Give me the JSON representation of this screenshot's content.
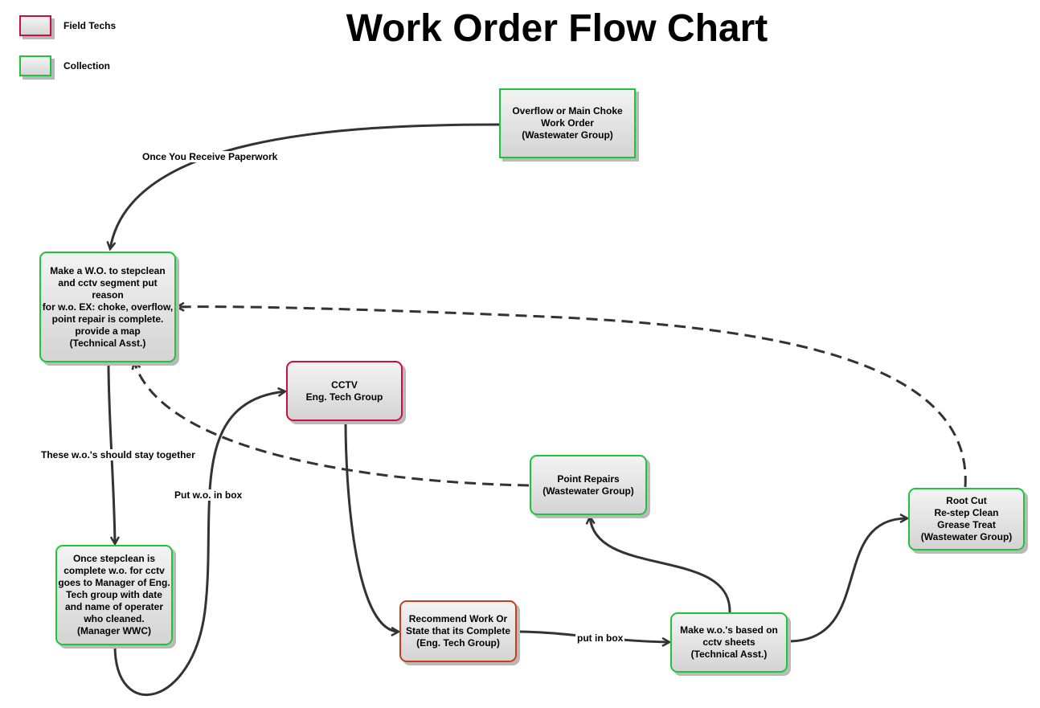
{
  "title": "Work Order Flow Chart",
  "legend": [
    {
      "label": "Field Techs",
      "color": "#c8103e"
    },
    {
      "label": "Collection",
      "color": "#1fc43a"
    }
  ],
  "nodes": {
    "overflow": {
      "text": "Overflow or Main Choke\nWork Order\n(Wastewater Group)",
      "group": "Collection"
    },
    "make_wo": {
      "text": "Make a W.O. to stepclean\nand cctv segment put reason\nfor w.o. EX: choke, overflow,\npoint repair is complete.\nprovide a map\n(Technical Asst.)",
      "group": "Collection"
    },
    "once_stepclean": {
      "text": "Once stepclean is\ncomplete w.o. for cctv\ngoes to Manager of Eng.\nTech group with date\nand name of  operater\nwho cleaned.\n(Manager WWC)",
      "group": "Collection"
    },
    "cctv": {
      "text": "CCTV\nEng. Tech Group",
      "group": "Field Techs"
    },
    "recommend": {
      "text": "Recommend Work Or\nState that its Complete\n(Eng. Tech Group)",
      "group": "Eng. Tech"
    },
    "point_repairs": {
      "text": "Point Repairs\n(Wastewater Group)",
      "group": "Collection"
    },
    "make_wos_cctv": {
      "text": "Make w.o.'s based on\ncctv sheets\n(Technical Asst.)",
      "group": "Collection"
    },
    "root_cut": {
      "text": "Root Cut\nRe-step Clean\nGrease Treat\n(Wastewater Group)",
      "group": "Collection"
    }
  },
  "edge_labels": {
    "receive": "Once You Receive Paperwork",
    "together": "These w.o.'s should stay together",
    "put_wo_box": "Put w.o. in box",
    "put_in_box": "put in box"
  },
  "colors": {
    "collection": "#1fc43a",
    "field_techs": "#c8103e",
    "eng_tech": "#c53f19",
    "connector": "#333333"
  }
}
